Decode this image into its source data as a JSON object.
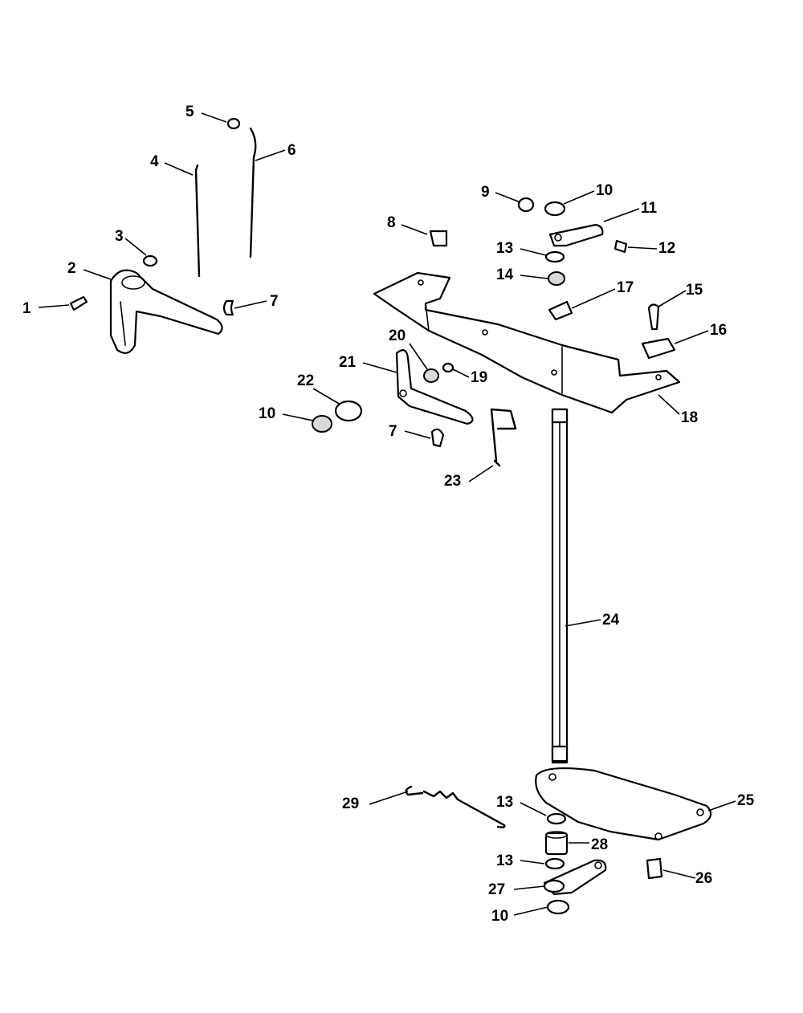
{
  "callouts": {
    "c1": "1",
    "c2": "2",
    "c3": "3",
    "c4": "4",
    "c5": "5",
    "c6": "6",
    "c7a": "7",
    "c7b": "7",
    "c8": "8",
    "c9": "9",
    "c10a": "10",
    "c10b": "10",
    "c10c": "10",
    "c11": "11",
    "c12": "12",
    "c13a": "13",
    "c13b": "13",
    "c13c": "13",
    "c14": "14",
    "c15": "15",
    "c16": "16",
    "c17": "17",
    "c18": "18",
    "c19": "19",
    "c20": "20",
    "c21": "21",
    "c22": "22",
    "c23": "23",
    "c24": "24",
    "c25": "25",
    "c26": "26",
    "c27": "27",
    "c28": "28",
    "c29": "29"
  }
}
